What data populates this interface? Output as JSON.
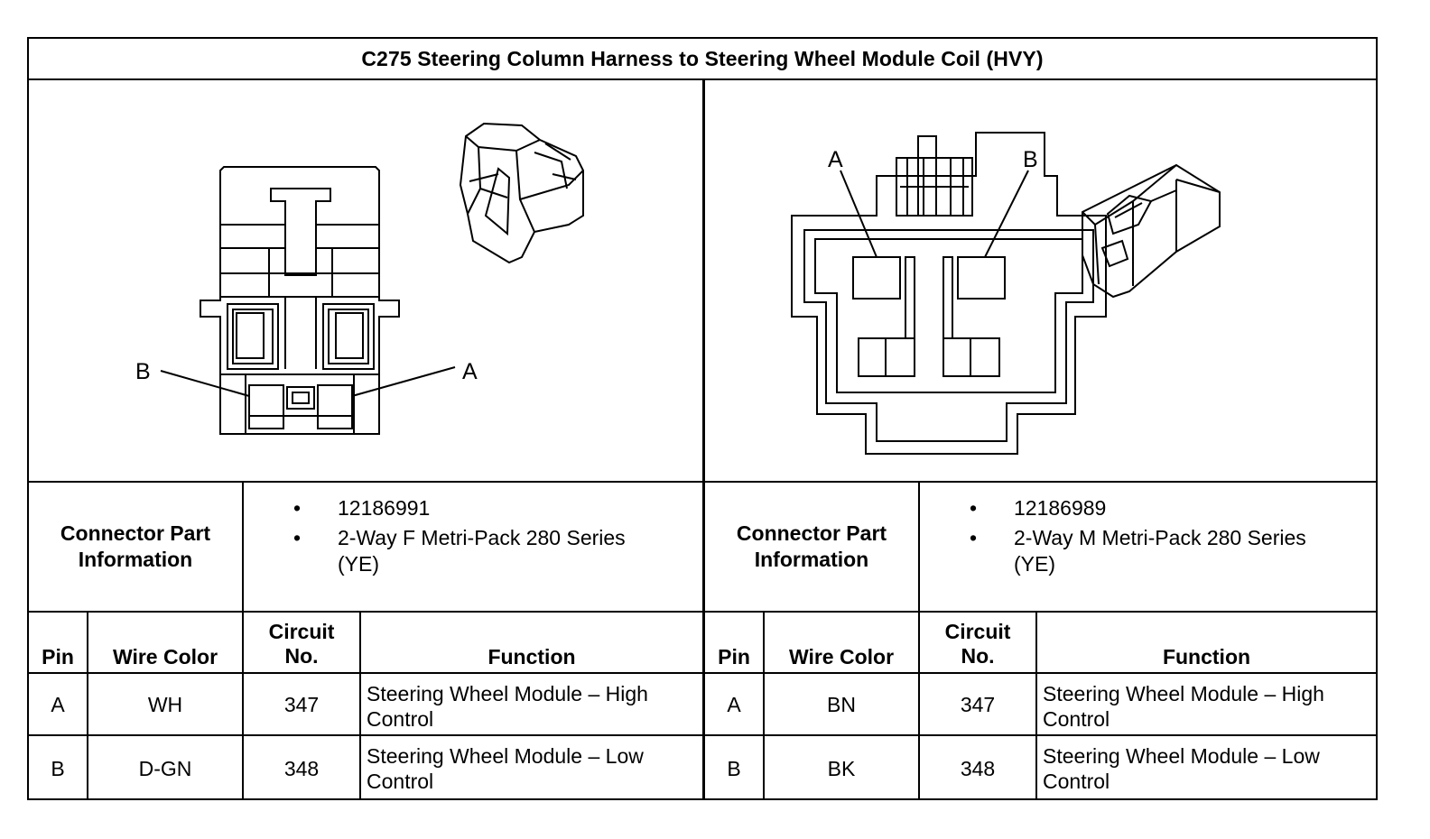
{
  "title": "C275 Steering Column Harness to Steering Wheel Module Coil (HVY)",
  "left": {
    "pin_labels": {
      "a": "A",
      "b": "B"
    },
    "info_label_line1": "Connector Part",
    "info_label_line2": "Information",
    "bullet_char": "•",
    "part_number": "12186991",
    "description_line1": "2-Way F Metri-Pack 280 Series",
    "description_line2": "(YE)"
  },
  "right": {
    "pin_labels": {
      "a": "A",
      "b": "B"
    },
    "info_label_line1": "Connector Part",
    "info_label_line2": "Information",
    "bullet_char": "•",
    "part_number": "12186989",
    "description_line1": "2-Way M Metri-Pack 280 Series",
    "description_line2": "(YE)"
  },
  "table_headers": {
    "pin": "Pin",
    "wire_color": "Wire Color",
    "circuit_line1": "Circuit",
    "circuit_line2": "No.",
    "function": "Function"
  },
  "left_rows": [
    {
      "pin": "A",
      "wire_color": "WH",
      "circuit": "347",
      "function_line1": "Steering Wheel Module – High",
      "function_line2": "Control"
    },
    {
      "pin": "B",
      "wire_color": "D-GN",
      "circuit": "348",
      "function_line1": "Steering Wheel Module – Low",
      "function_line2": "Control"
    }
  ],
  "right_rows": [
    {
      "pin": "A",
      "wire_color": "BN",
      "circuit": "347",
      "function_line1": "Steering Wheel Module – High",
      "function_line2": "Control"
    },
    {
      "pin": "B",
      "wire_color": "BK",
      "circuit": "348",
      "function_line1": "Steering Wheel Module – Low",
      "function_line2": "Control"
    }
  ]
}
